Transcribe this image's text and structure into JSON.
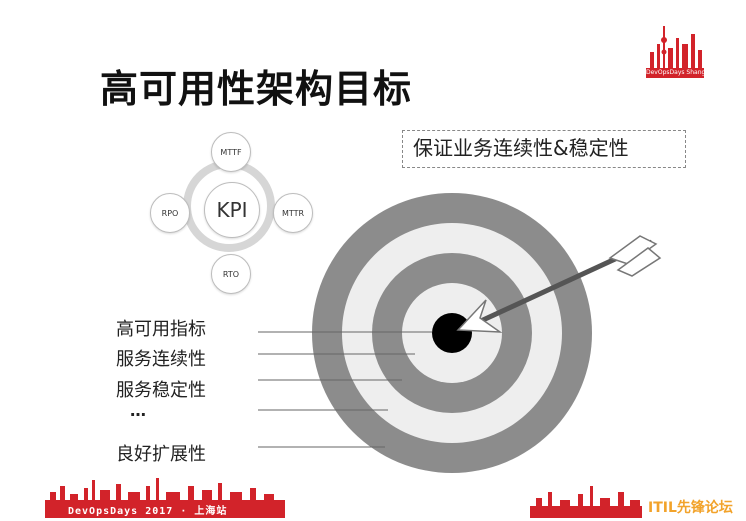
{
  "slide": {
    "title": "高可用性架构目标",
    "subtitle": "保证业务连续性&稳定性",
    "kpi": {
      "center": "KPI",
      "top": "MTTF",
      "left": "RPO",
      "right": "MTTR",
      "bottom": "RTO"
    },
    "labels": [
      "高可用指标",
      "服务连续性",
      "服务稳定性",
      "…",
      "良好扩展性"
    ],
    "logo_text": "DevOpsDays Shanghai",
    "footer_text": "DevOpsDays 2017 · 上海站",
    "watermark": "ITIL先锋论坛"
  },
  "colors": {
    "accent_red": "#d2232a",
    "ring_dark": "#8c8c8c",
    "ring_light": "#eeeeee",
    "bullseye": "#000000",
    "watermark": "#f2a32b"
  }
}
